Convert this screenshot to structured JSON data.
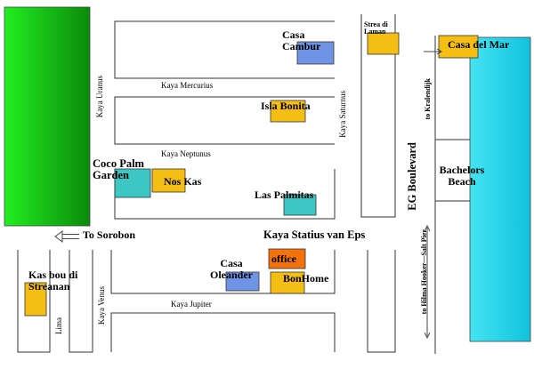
{
  "colors": {
    "park_light": "#22ee22",
    "park_dark": "#0a8a0a",
    "sea_light": "#44e4f2",
    "sea_dark": "#12c2de",
    "building_blue": "#6f94e6",
    "building_yellow": "#f5be14",
    "building_teal": "#3cc7c5",
    "office_orange": "#f3720c",
    "block_outline": "#333333"
  },
  "icons": {
    "left_arrow": "double-line-arrow-left",
    "right_arrow": "double-line-arrow-right",
    "salt_pier_arrow": "up-down-arrow"
  },
  "streets": {
    "mercurius": "Kaya Mercurius",
    "neptunus": "Kaya Neptunus",
    "uranus": "Kaya Uranus",
    "saturnus": "Kaya Saturnus",
    "jupiter": "Kaya Jupiter",
    "venus": "Kaya Venus",
    "lima": "Lima",
    "statius": "Kaya Statius van Eps",
    "eg_boulevard": "EG Boulevard"
  },
  "directions": {
    "sorobon": "To Sorobon",
    "kralendijk": "to Kralendijk",
    "salt_pier": "to Hilma Hooker—Salt Pier"
  },
  "places": {
    "casa_cambur": "Casa\nCambur",
    "strea_di_laman": "Strea di\nLaman",
    "casa_del_mar": "Casa del Mar",
    "isla_bonita": "Isla Bonita",
    "coco_palm_garden": "Coco Palm\nGarden",
    "nos_kas": "Nos Kas",
    "las_palmitas": "Las Palmitas",
    "bachelors_beach": "Bachelors\nBeach",
    "office": "office",
    "casa_oleander": "Casa\nOleander",
    "bonhome": "BonHome",
    "kas_bou_di_streanan": "Kas bou di\nStreanan"
  }
}
